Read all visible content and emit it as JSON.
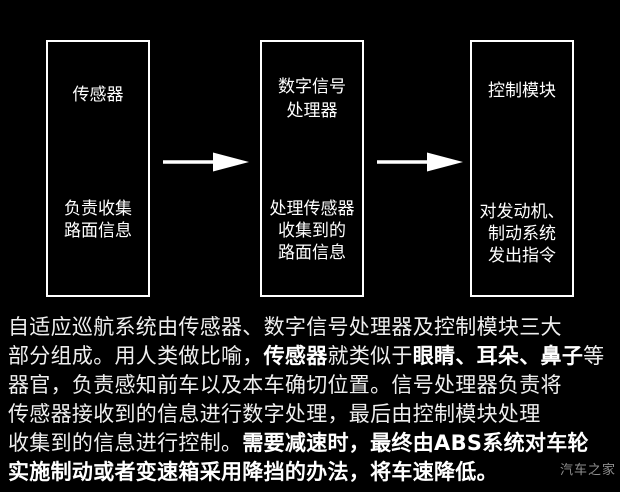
{
  "colors": {
    "background": "#000000",
    "box_border": "#ffffff",
    "box_text": "#ffffff",
    "arrow": "#ffffff",
    "paragraph_text": "#efefef",
    "watermark_text": "#8f8f8f"
  },
  "flowchart": {
    "boxes": [
      {
        "id": "sensor",
        "title_lines": [
          "传感器"
        ],
        "desc_lines": [
          "负责收集",
          "路面信息"
        ]
      },
      {
        "id": "dsp",
        "title_lines": [
          "数字信号",
          "处理器"
        ],
        "desc_lines": [
          "处理传感器",
          "收集到的",
          "路面信息"
        ]
      },
      {
        "id": "control-module",
        "title_lines": [
          "控制模块"
        ],
        "desc_lines": [
          "对发动机、",
          "制动系统",
          "发出指令"
        ]
      }
    ],
    "arrows": [
      "right-arrow",
      "right-arrow"
    ]
  },
  "paragraph": {
    "lines": [
      [
        {
          "text": "自适应巡航系统由传感器、数字信号处理器及控制模块三大",
          "bold": false
        }
      ],
      [
        {
          "text": "部分组成。用人类做比喻，",
          "bold": false
        },
        {
          "text": "传感器",
          "bold": true
        },
        {
          "text": "就类似于",
          "bold": false
        },
        {
          "text": "眼睛、耳朵、鼻子",
          "bold": true
        },
        {
          "text": "等",
          "bold": false
        }
      ],
      [
        {
          "text": "器官，负责感知前车以及本车确切位置。信号处理器负责将",
          "bold": false
        }
      ],
      [
        {
          "text": "传感器接收到的信息进行数字处理，最后由控制模块处理",
          "bold": false
        }
      ],
      [
        {
          "text": "收集到的信息进行控制。",
          "bold": false
        },
        {
          "text": "需要减速时，最终由ABS系统对车轮",
          "bold": true
        }
      ],
      [
        {
          "text": "实施制动或者变速箱采用降挡的办法，将车速降低。",
          "bold": true
        }
      ]
    ]
  },
  "watermark": {
    "label": "汽车之家"
  }
}
